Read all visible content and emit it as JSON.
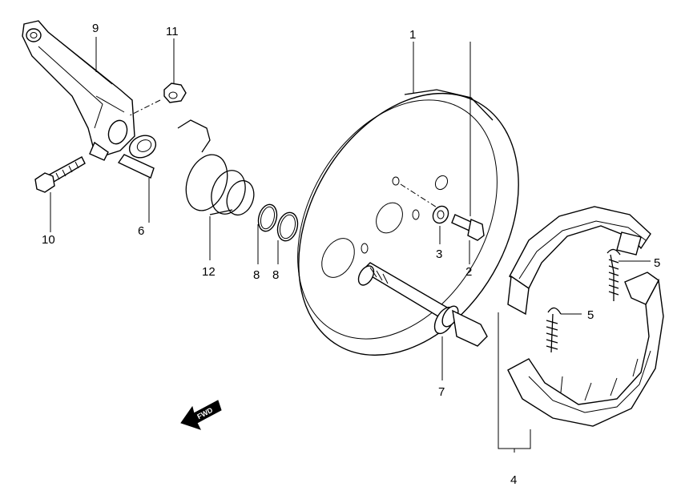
{
  "callouts": {
    "c1": "1",
    "c2": "2",
    "c3": "3",
    "c4": "4",
    "c5a": "5",
    "c5b": "5",
    "c6": "6",
    "c7": "7",
    "c8a": "8",
    "c8b": "8",
    "c9": "9",
    "c10": "10",
    "c11": "11",
    "c12": "12"
  },
  "direction_arrow": {
    "label": "FWD"
  },
  "colors": {
    "line": "#000000",
    "background": "#ffffff"
  }
}
